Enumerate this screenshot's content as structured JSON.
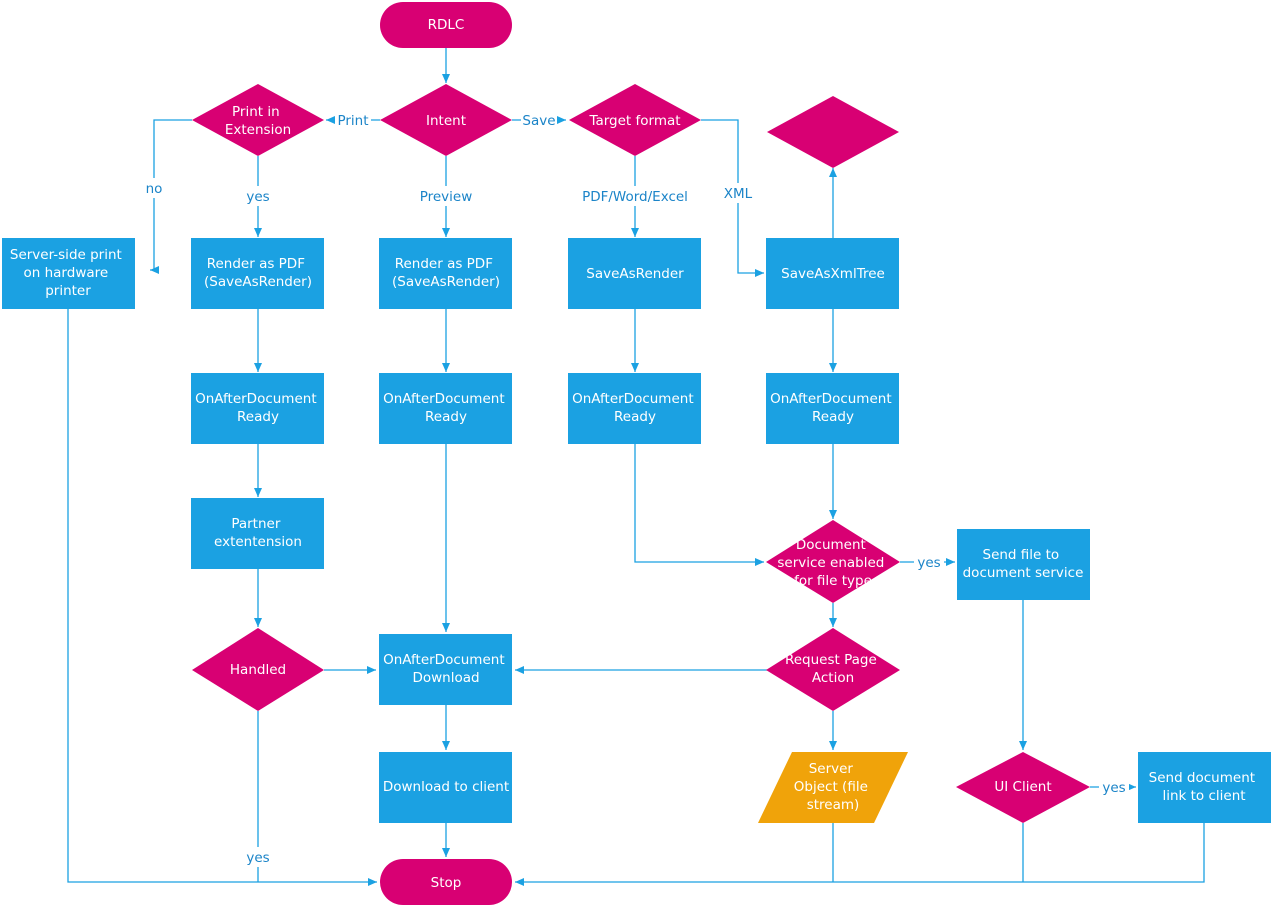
{
  "colors": {
    "process": "#1ba1e2",
    "decision": "#d80073",
    "terminal": "#d80073",
    "io": "#f0a30a",
    "edge": "#1ba1e2",
    "edge_label": "#1b84c8",
    "node_text": "#ffffff"
  },
  "nodes": {
    "rdlc": {
      "kind": "terminal",
      "lines": [
        "RDLC"
      ]
    },
    "intent": {
      "kind": "decision",
      "lines": [
        "Intent"
      ]
    },
    "print_ext": {
      "kind": "decision",
      "lines": [
        "Print in",
        "Extension"
      ]
    },
    "target": {
      "kind": "decision",
      "lines": [
        "Target format"
      ]
    },
    "blank_dec": {
      "kind": "decision",
      "lines": []
    },
    "server_print": {
      "kind": "process",
      "lines": [
        "Server-side print",
        "on hardware",
        "printer"
      ]
    },
    "render_pdf_1": {
      "kind": "process",
      "lines": [
        "Render as PDF",
        "(SaveAsRender)"
      ]
    },
    "render_pdf_2": {
      "kind": "process",
      "lines": [
        "Render as PDF",
        "(SaveAsRender)"
      ]
    },
    "save_render": {
      "kind": "process",
      "lines": [
        "SaveAsRender"
      ]
    },
    "save_xml": {
      "kind": "process",
      "lines": [
        "SaveAsXmlTree"
      ]
    },
    "oad_1": {
      "kind": "process",
      "lines": [
        "OnAfterDocument",
        "Ready"
      ]
    },
    "oad_2": {
      "kind": "process",
      "lines": [
        "OnAfterDocument",
        "Ready"
      ]
    },
    "oad_3": {
      "kind": "process",
      "lines": [
        "OnAfterDocument",
        "Ready"
      ]
    },
    "oad_4": {
      "kind": "process",
      "lines": [
        "OnAfterDocument",
        "Ready"
      ]
    },
    "partner": {
      "kind": "process",
      "lines": [
        "Partner",
        "extentension"
      ]
    },
    "doc_service": {
      "kind": "decision",
      "lines": [
        "Document",
        "service enabled",
        "for file type"
      ]
    },
    "send_file": {
      "kind": "process",
      "lines": [
        "Send file to",
        "document service"
      ]
    },
    "handled": {
      "kind": "decision",
      "lines": [
        "Handled"
      ]
    },
    "oad_download": {
      "kind": "process",
      "lines": [
        "OnAfterDocument",
        "Download"
      ]
    },
    "request_page": {
      "kind": "decision",
      "lines": [
        "Request Page",
        "Action"
      ]
    },
    "download_client": {
      "kind": "process",
      "lines": [
        "Download to client"
      ]
    },
    "server_object": {
      "kind": "io",
      "lines": [
        "Server",
        "Object (file",
        "stream)"
      ]
    },
    "ui_client": {
      "kind": "decision",
      "lines": [
        "UI Client"
      ]
    },
    "send_link": {
      "kind": "process",
      "lines": [
        "Send document",
        "link to client"
      ]
    },
    "stop": {
      "kind": "terminal",
      "lines": [
        "Stop"
      ]
    }
  },
  "edge_labels": {
    "print": "Print",
    "save": "Save",
    "no": "no",
    "yes_ext": "yes",
    "preview": "Preview",
    "pdf_word_excel": "PDF/Word/Excel",
    "xml": "XML",
    "yes_doc_service": "yes",
    "yes_handled": "yes",
    "yes_ui_client": "yes"
  }
}
